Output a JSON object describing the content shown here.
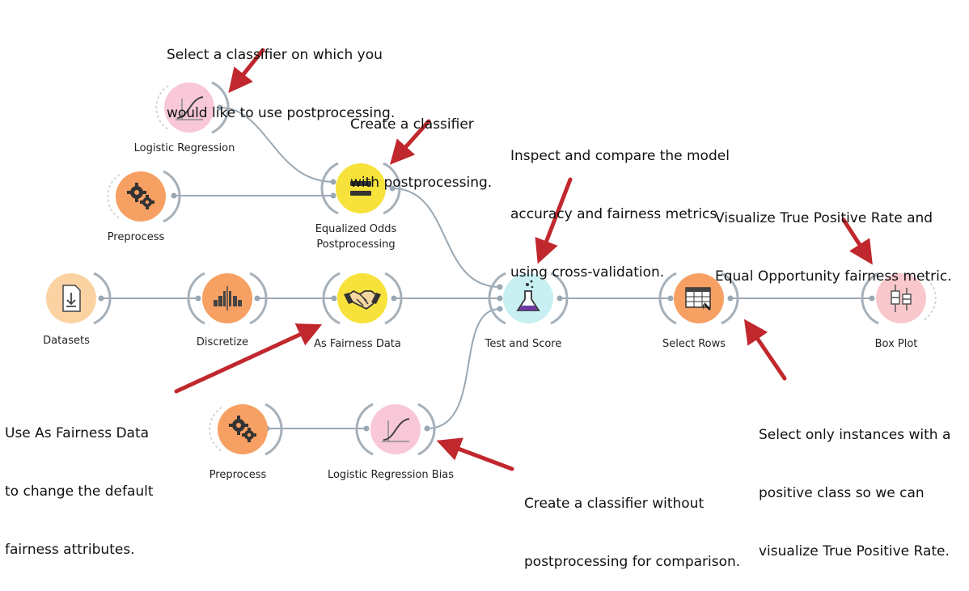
{
  "nodes": {
    "logistic_regression": {
      "label": "Logistic Regression",
      "icon": "sigmoid-curve-icon",
      "color": "#f8c8d8"
    },
    "preprocess_top": {
      "label": "Preprocess",
      "icon": "gears-icon",
      "color": "#f7a063"
    },
    "equalized_odds": {
      "label": "Equalized Odds\nPostprocessing",
      "icon": "equals-icon",
      "color": "#f6e23a"
    },
    "datasets": {
      "label": "Datasets",
      "icon": "file-download-icon",
      "color": "#fbd3a3"
    },
    "discretize": {
      "label": "Discretize",
      "icon": "histogram-icon",
      "color": "#f7a063"
    },
    "as_fairness_data": {
      "label": "As Fairness Data",
      "icon": "handshake-icon",
      "color": "#f6e23a"
    },
    "test_and_score": {
      "label": "Test and Score",
      "icon": "flask-icon",
      "color": "#c8f0f2"
    },
    "select_rows": {
      "label": "Select Rows",
      "icon": "table-cursor-icon",
      "color": "#f7a063"
    },
    "box_plot": {
      "label": "Box Plot",
      "icon": "boxplot-icon",
      "color": "#f8c8cc"
    },
    "preprocess_bottom": {
      "label": "Preprocess",
      "icon": "gears-icon",
      "color": "#f7a063"
    },
    "logistic_regression_bias": {
      "label": "Logistic Regression Bias",
      "icon": "sigmoid-curve-icon",
      "color": "#f8c8d8"
    }
  },
  "annotations": {
    "select_classifier": [
      "Select a classifier on which you",
      "would like to use postprocessing."
    ],
    "create_with_post": [
      "Create a classifier",
      "with postprocessing."
    ],
    "inspect_compare": [
      "Inspect and compare the model",
      "accuracy and fairness metrics",
      "using cross-validation."
    ],
    "visualize_tpr": [
      "Visualize True Positive Rate and",
      "Equal Opportunity fairness metric."
    ],
    "use_as_fairness": [
      "Use As Fairness Data",
      "to change the default",
      "fairness attributes."
    ],
    "select_instances": [
      "Select only instances with a",
      "positive class so we can",
      "visualize True Positive Rate."
    ],
    "create_without_post": [
      "Create a classifier without",
      "postprocessing for comparison."
    ]
  },
  "colors": {
    "link": "#9aa8b3",
    "arrow": "#c0282d",
    "arc": "#a6b0b9"
  }
}
